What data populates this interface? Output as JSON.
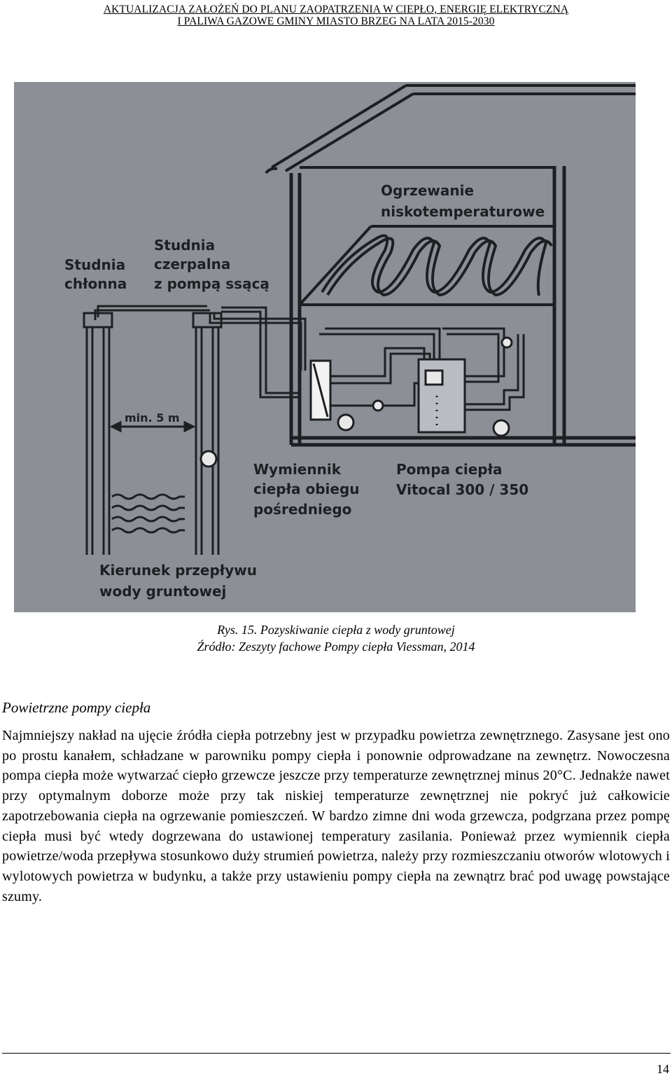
{
  "header": {
    "line1": "AKTUALIZACJA ZAŁOŻEŃ DO PLANU ZAOPATRZENIA W CIEPŁO, ENERGIĘ ELEKTRYCZNĄ",
    "line2": "I PALIWA GAZOWE GMINY MIASTO BRZEG NA LATA 2015-2030"
  },
  "figure": {
    "labels": {
      "studnia_chlonna": [
        "Studnia",
        "chłonna"
      ],
      "studnia_czerpalna": [
        "Studnia",
        "czerpalna",
        "z pompą ssącą"
      ],
      "ogrzewanie": [
        "Ogrzewanie",
        "niskotemperaturowe"
      ],
      "min_distance": "min. 5 m",
      "wymiennik": [
        "Wymiennik",
        "ciepła obiegu",
        "pośredniego"
      ],
      "pompa": [
        "Pompa ciepła",
        "Vitocal 300 / 350"
      ],
      "kierunek": [
        "Kierunek przepływu",
        "wody gruntowej"
      ]
    },
    "colors": {
      "background": "#8c9096",
      "lines": "#1e1f22",
      "labels": "#1e1f22"
    }
  },
  "caption": {
    "line1": "Rys. 15.  Pozyskiwanie ciepła z wody gruntowej",
    "line2": "Źródło: Zeszyty fachowe Pompy ciepła Viessman, 2014"
  },
  "section": {
    "title": "Powietrzne pompy ciepła",
    "body": "Najmniejszy nakład na ujęcie źródła ciepła potrzebny jest w przypadku powietrza zewnętrznego. Zasysane jest ono po prostu kanałem, schładzane w parowniku pompy ciepła i ponownie odprowadzane na zewnętrz. Nowoczesna pompa ciepła może wytwarzać ciepło grzewcze jeszcze przy temperaturze zewnętrznej minus 20°C. Jednakże nawet przy optymalnym doborze może przy tak niskiej temperaturze zewnętrznej nie pokryć już całkowicie zapotrzebowania ciepła na ogrzewanie pomieszczeń. W bardzo zimne dni woda grzewcza, podgrzana przez pompę ciepła musi być wtedy dogrzewana do ustawionej temperatury zasilania. Ponieważ przez wymiennik ciepła powietrze/woda przepływa stosunkowo duży strumień powietrza, należy przy rozmieszczaniu otworów wlotowych i wylotowych powietrza w budynku, a także przy ustawieniu pompy ciepła na zewnątrz brać pod uwagę powstające szumy."
  },
  "footer": {
    "page_number": "14"
  }
}
